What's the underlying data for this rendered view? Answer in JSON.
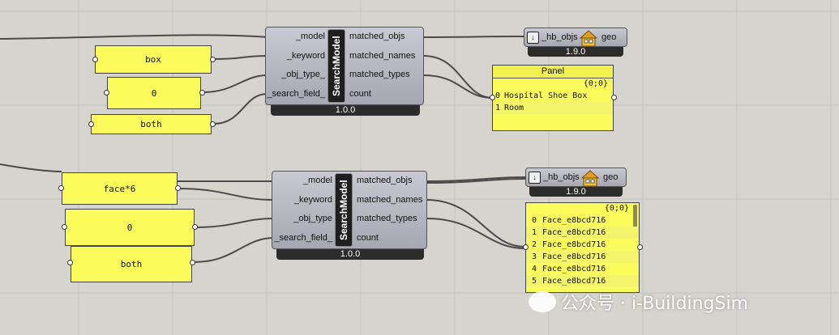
{
  "top_group": {
    "inputs": {
      "keyword": "box",
      "obj_type": "0",
      "search_field": "both"
    },
    "component": {
      "name": "SearchModel",
      "inputs": [
        "_model",
        "_keyword",
        "_obj_type_",
        "_search_field_"
      ],
      "outputs": [
        "matched_objs",
        "matched_names",
        "matched_types",
        "count"
      ],
      "version": "1.0.0"
    },
    "hb_objs": {
      "arrow": "↓",
      "input": "_hb_objs",
      "output": "geo",
      "version": "1.9.0"
    },
    "panel": {
      "title": "Panel",
      "path": "{0;0}",
      "rows": [
        {
          "idx": "0",
          "text": "Hospital Shoe Box"
        },
        {
          "idx": "1",
          "text": "Room"
        }
      ]
    }
  },
  "bottom_group": {
    "inputs": {
      "keyword": "face*6",
      "obj_type": "0",
      "search_field": "both"
    },
    "component": {
      "name": "SearchModel",
      "inputs": [
        "_model",
        "_keyword",
        "_obj_type",
        "_search_field_"
      ],
      "outputs": [
        "matched_objs",
        "matched_names",
        "matched_types",
        "count"
      ],
      "version": "1.0.0"
    },
    "hb_objs": {
      "arrow": "↓",
      "input": "_hb_objs",
      "output": "geo",
      "version": "1.9.0"
    },
    "panel": {
      "path": "{0;0}",
      "rows": [
        {
          "idx": "0",
          "text": "Face_e8bcd716"
        },
        {
          "idx": "1",
          "text": "Face_e8bcd716"
        },
        {
          "idx": "2",
          "text": "Face_e8bcd716"
        },
        {
          "idx": "3",
          "text": "Face_e8bcd716"
        },
        {
          "idx": "4",
          "text": "Face_e8bcd716"
        },
        {
          "idx": "5",
          "text": "Face_e8bcd716"
        }
      ]
    }
  },
  "watermark": "公众号 · i-BuildingSim",
  "colors": {
    "canvas": "#d5d4cf",
    "panel_yellow": "#fbfb5c",
    "component": "#b8b8c4"
  }
}
